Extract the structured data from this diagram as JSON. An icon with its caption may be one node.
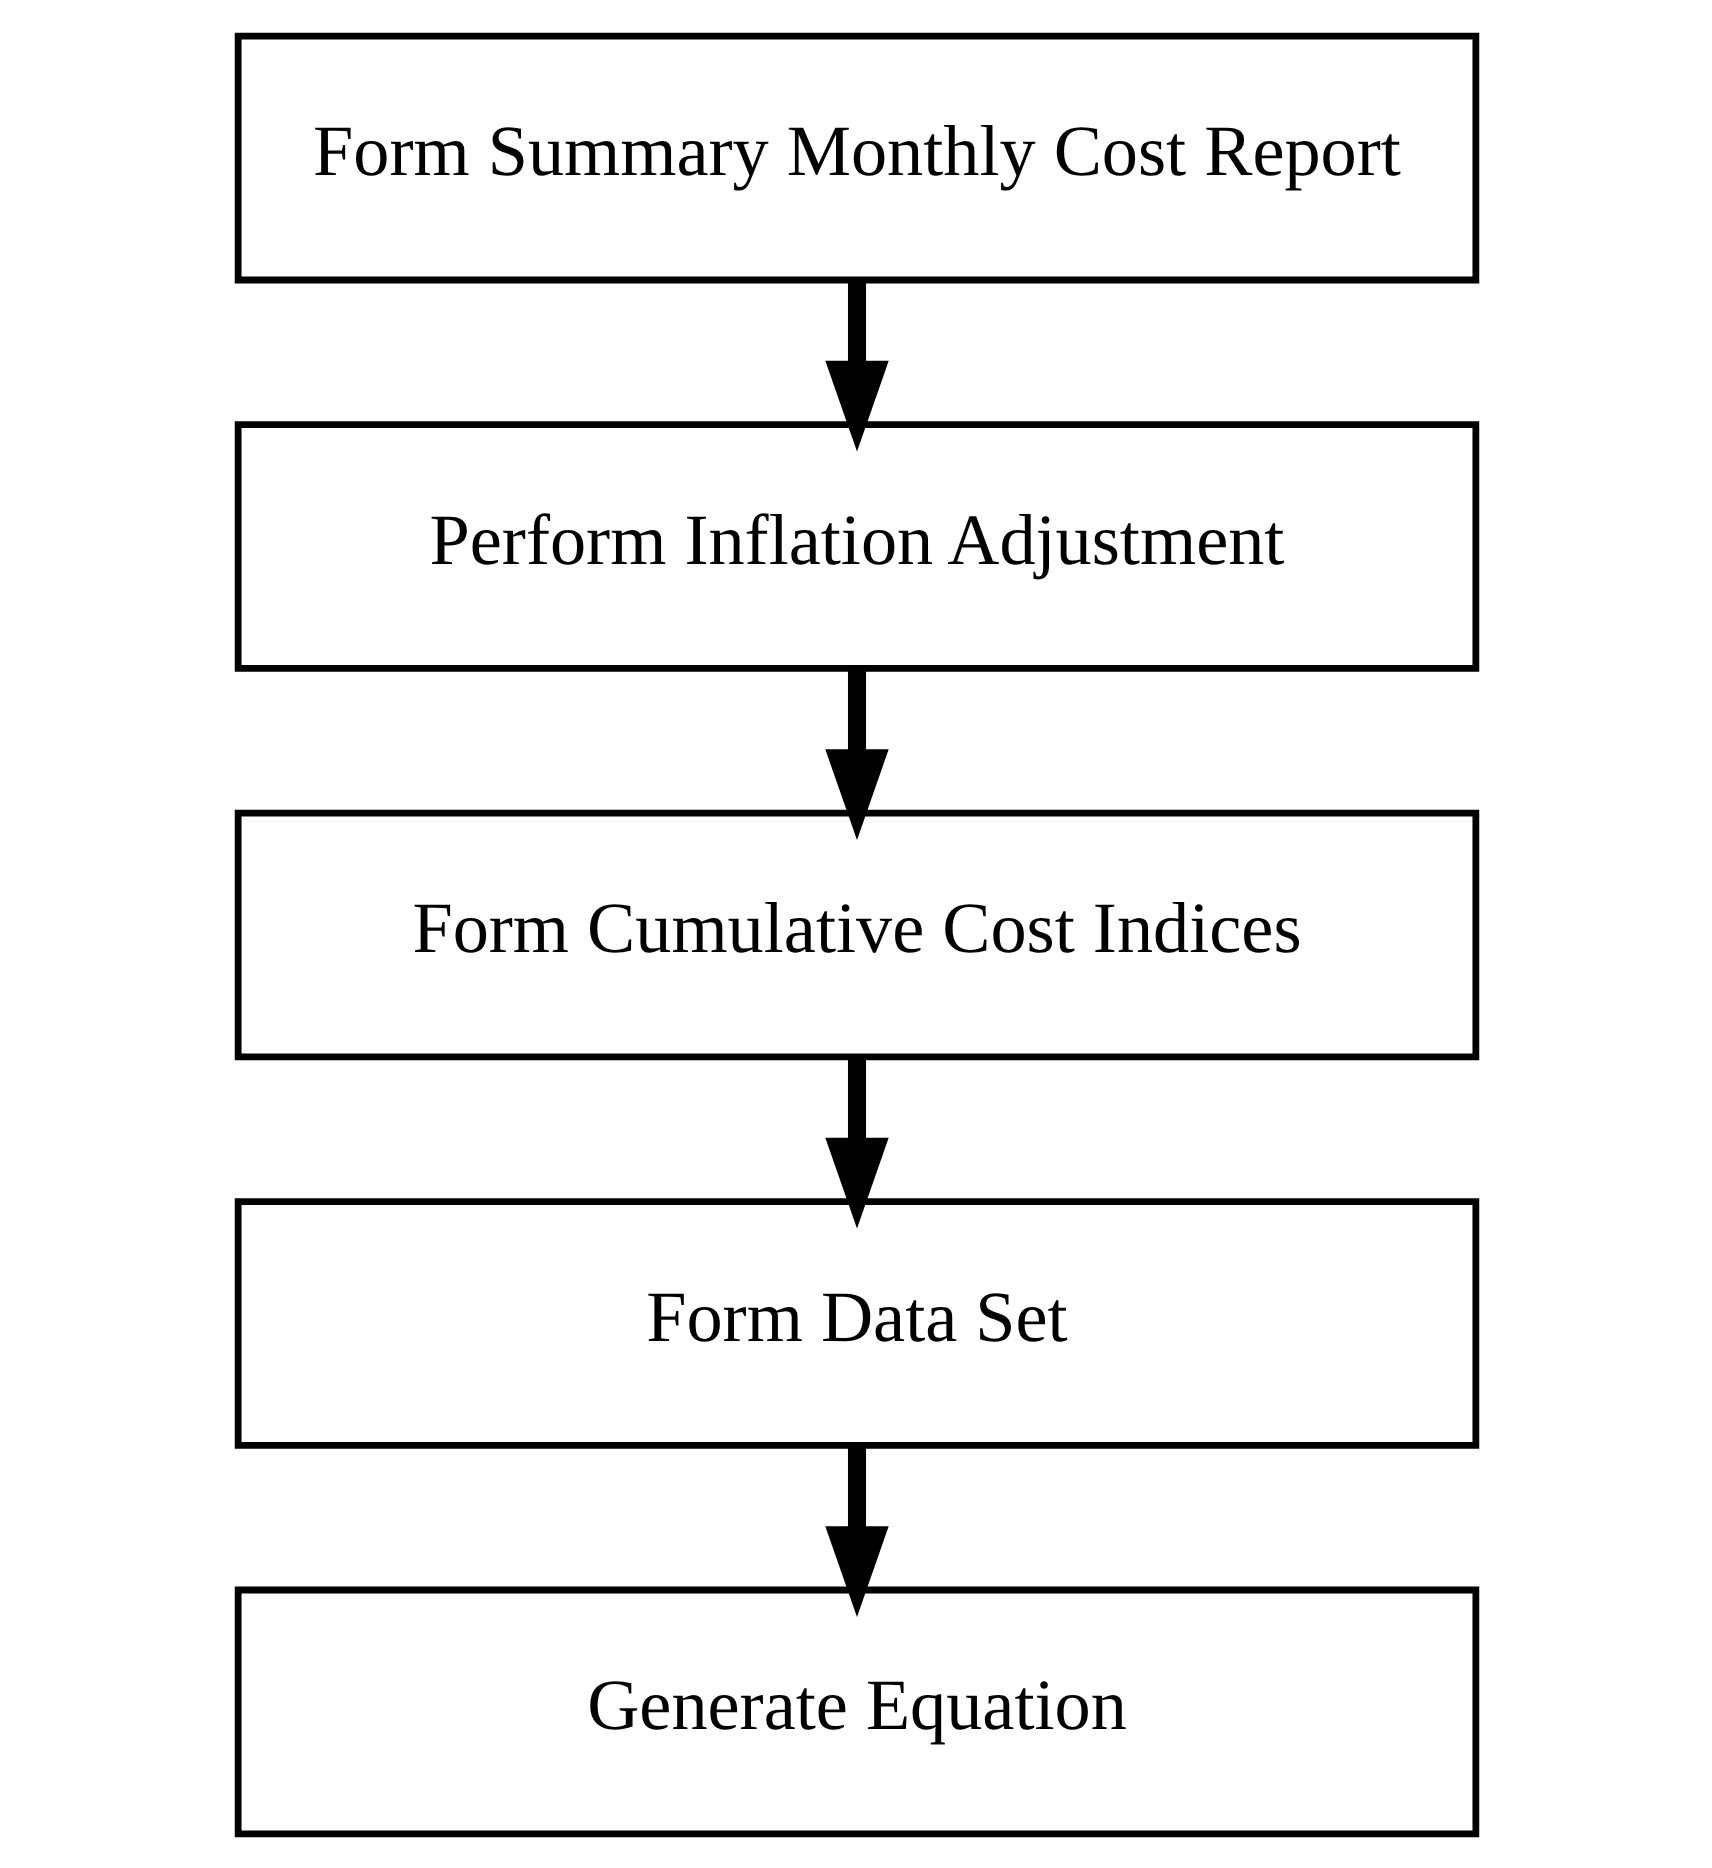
{
  "diagram": {
    "nodes": [
      {
        "text": [
          "Form Summary Monthly Cost Report"
        ]
      },
      {
        "text": [
          "Perform Inflation Adjustment"
        ]
      },
      {
        "text": [
          "Form Cumulative Cost Indices"
        ]
      },
      {
        "text": [
          "Form Data Set"
        ]
      },
      {
        "text": [
          "Generate Equation"
        ]
      }
    ],
    "edges": [
      {
        "from": 0,
        "to": 1,
        "arrow": "to"
      },
      {
        "from": 1,
        "to": 2,
        "arrow": "to"
      },
      {
        "from": 2,
        "to": 3,
        "arrow": "to"
      },
      {
        "from": 3,
        "to": 4,
        "arrow": "to"
      }
    ]
  }
}
